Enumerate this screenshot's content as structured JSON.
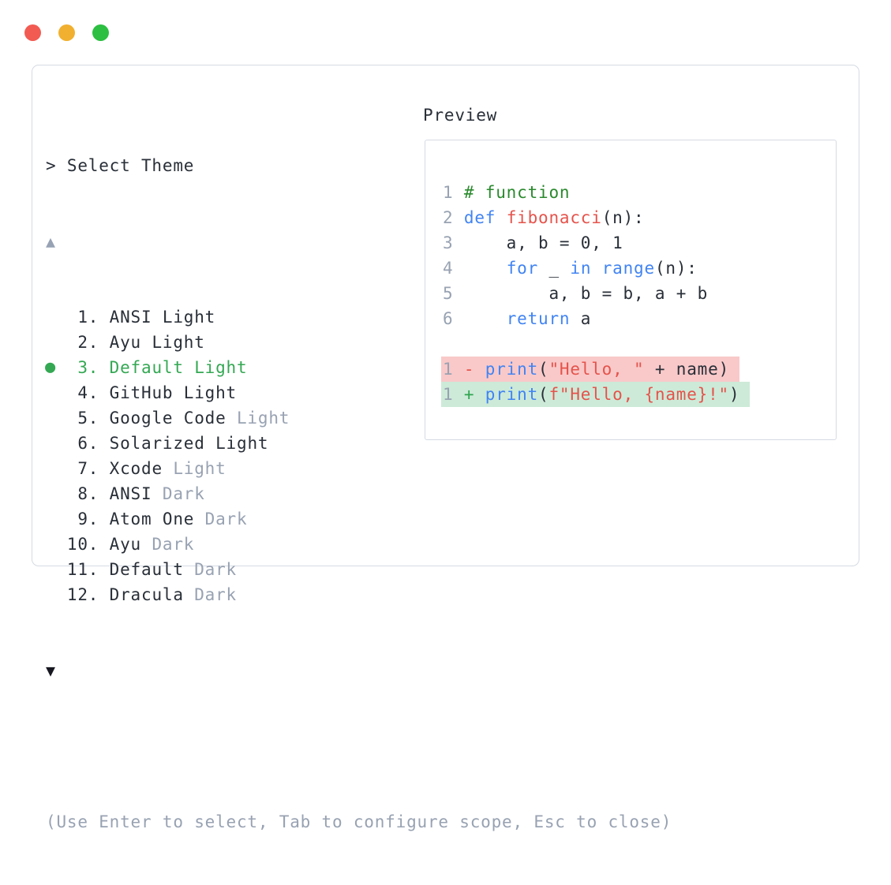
{
  "window": {
    "traffic_lights": [
      {
        "name": "close",
        "color": "#f25b52"
      },
      {
        "name": "minimize",
        "color": "#f1b02f"
      },
      {
        "name": "maximize",
        "color": "#2cbf41"
      }
    ]
  },
  "picker": {
    "prompt": "> Select Theme",
    "scroll_up_icon": "▲",
    "scroll_down_icon": "▼",
    "selected_bullet": "●",
    "items": [
      {
        "number": "1",
        "name": "ANSI",
        "variant": "Light",
        "variant_muted": false,
        "selected": false
      },
      {
        "number": "2",
        "name": "Ayu",
        "variant": "Light",
        "variant_muted": false,
        "selected": false
      },
      {
        "number": "3",
        "name": "Default",
        "variant": "Light",
        "variant_muted": false,
        "selected": true
      },
      {
        "number": "4",
        "name": "GitHub",
        "variant": "Light",
        "variant_muted": false,
        "selected": false
      },
      {
        "number": "5",
        "name": "Google Code",
        "variant": "Light",
        "variant_muted": true,
        "selected": false
      },
      {
        "number": "6",
        "name": "Solarized",
        "variant": "Light",
        "variant_muted": false,
        "selected": false
      },
      {
        "number": "7",
        "name": "Xcode",
        "variant": "Light",
        "variant_muted": true,
        "selected": false
      },
      {
        "number": "8",
        "name": "ANSI",
        "variant": "Dark",
        "variant_muted": true,
        "selected": false
      },
      {
        "number": "9",
        "name": "Atom One",
        "variant": "Dark",
        "variant_muted": true,
        "selected": false
      },
      {
        "number": "10",
        "name": "Ayu",
        "variant": "Dark",
        "variant_muted": true,
        "selected": false
      },
      {
        "number": "11",
        "name": "Default",
        "variant": "Dark",
        "variant_muted": true,
        "selected": false
      },
      {
        "number": "12",
        "name": "Dracula",
        "variant": "Dark",
        "variant_muted": true,
        "selected": false
      }
    ],
    "help": "(Use Enter to select, Tab to configure scope, Esc to close)"
  },
  "preview": {
    "label": "Preview",
    "code_lines": [
      {
        "num": "1",
        "tokens": [
          {
            "text": "# function",
            "type": "comment"
          }
        ]
      },
      {
        "num": "2",
        "tokens": [
          {
            "text": "def",
            "type": "keyword"
          },
          {
            "text": " ",
            "type": "plain"
          },
          {
            "text": "fibonacci",
            "type": "func"
          },
          {
            "text": "(n):",
            "type": "plain"
          }
        ]
      },
      {
        "num": "3",
        "tokens": [
          {
            "text": "    a, b = 0, 1",
            "type": "plain"
          }
        ]
      },
      {
        "num": "4",
        "tokens": [
          {
            "text": "    ",
            "type": "plain"
          },
          {
            "text": "for",
            "type": "keyword"
          },
          {
            "text": " _ ",
            "type": "plain"
          },
          {
            "text": "in",
            "type": "keyword"
          },
          {
            "text": " ",
            "type": "plain"
          },
          {
            "text": "range",
            "type": "keyword"
          },
          {
            "text": "(n):",
            "type": "plain"
          }
        ]
      },
      {
        "num": "5",
        "tokens": [
          {
            "text": "        a, b = b, a + b",
            "type": "plain"
          }
        ]
      },
      {
        "num": "6",
        "tokens": [
          {
            "text": "    ",
            "type": "plain"
          },
          {
            "text": "return",
            "type": "keyword"
          },
          {
            "text": " a",
            "type": "plain"
          }
        ]
      },
      {
        "num": "",
        "tokens": []
      },
      {
        "num": "1",
        "diff": "removed",
        "tokens": [
          {
            "text": "- ",
            "type": "removed-sign"
          },
          {
            "text": "print",
            "type": "keyword"
          },
          {
            "text": "(",
            "type": "plain"
          },
          {
            "text": "\"Hello, \"",
            "type": "string"
          },
          {
            "text": " + name)",
            "type": "plain"
          }
        ]
      },
      {
        "num": "1",
        "diff": "added",
        "tokens": [
          {
            "text": "+ ",
            "type": "added-sign"
          },
          {
            "text": "print",
            "type": "keyword"
          },
          {
            "text": "(",
            "type": "plain"
          },
          {
            "text": "f\"Hello, {name}!\"",
            "type": "string"
          },
          {
            "text": ")",
            "type": "plain"
          }
        ]
      }
    ]
  },
  "colors": {
    "text": "#292f38",
    "muted_gray": "#98a2b2",
    "selected_green": "#34a853",
    "keyword_blue": "#4184f3",
    "function_string_red": "#e5534b",
    "comment_green": "#2a8a2d",
    "diff_added_green": "#2ea44f",
    "diff_removed_bg": "#f9c9c9",
    "diff_added_bg": "#cdead8",
    "border_gray": "#d5dae2"
  }
}
